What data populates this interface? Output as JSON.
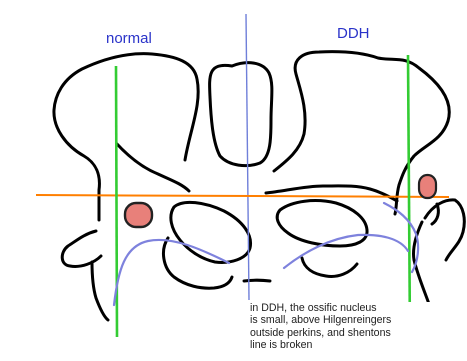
{
  "labels": {
    "left": "normal",
    "right": "DDH"
  },
  "caption": [
    "in DDH, the ossific nucleus",
    "is small, above Hilgenreingers",
    "outside perkins, and shentons",
    "line is broken"
  ],
  "colors": {
    "outline": "#000000",
    "midline": "#6f7fd9",
    "perkins_line": "#33cc33",
    "hilgenreiner_line": "#ff7f00",
    "shenton_arc": "#7e82dd",
    "ossific_nucleus_fill": "#e8807a",
    "ossific_nucleus_outline": "#222222",
    "label_text": "#2a33c9",
    "caption_text": "#1e1e1e"
  }
}
